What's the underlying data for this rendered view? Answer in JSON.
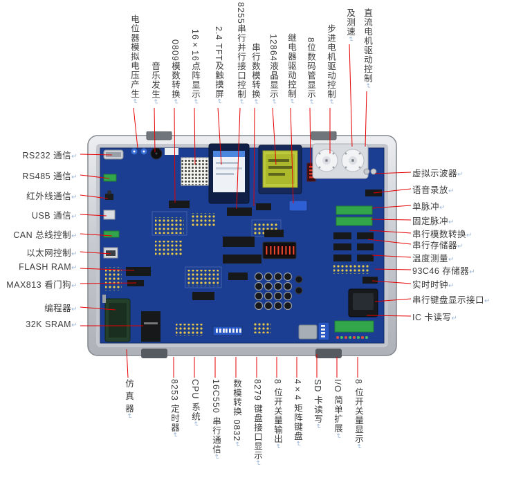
{
  "meta": {
    "return_mark": "↵"
  },
  "colors": {
    "leader_line": "#e60000",
    "label_text": "#3a3a3a",
    "pcb_blue": "#1c3e92",
    "case_silver": "#c9ccd2",
    "lcd_yellow_green": "#bdca3b",
    "terminal_green": "#33a64c",
    "pin_header_yellow": "#e9c84c"
  },
  "labels": {
    "top": [
      "电位器模拟电压产生",
      "音乐发生",
      "0809模数转换",
      "16×16点阵显示",
      "2.4 TFT及触摸屏",
      "8255串行并行接口控制",
      "串行数模转换",
      "12864液晶显示",
      "继电器驱动控制",
      "8位数码管显示",
      "步进电机驱动控制",
      "及测速",
      "直流电机驱动控制"
    ],
    "left": [
      "RS232 通信",
      "RS485 通信",
      "红外线通信",
      "USB 通信",
      "CAN 总线控制",
      "以太网控制",
      "FLASH RAM",
      "MAX813 看门狗",
      "编程器",
      "32K SRAM"
    ],
    "right": [
      "虚拟示波器",
      "语音录放",
      "单脉冲",
      "固定脉冲",
      "串行模数转换",
      "串行存储器",
      "温度测量",
      "93C46 存储器",
      "实时时钟",
      "串行键盘显示接口",
      "IC 卡读写"
    ],
    "bottom": [
      "仿 真 器",
      "8253 定时器",
      "CPU 系统",
      "16C550 串行通信",
      "数模转换 0832",
      "8279 键盘接口显示",
      "8 位开关量输出",
      "4×4 矩阵键盘",
      "SD 卡读写",
      "I/O 简单扩展",
      "8 位开关量显示"
    ]
  }
}
